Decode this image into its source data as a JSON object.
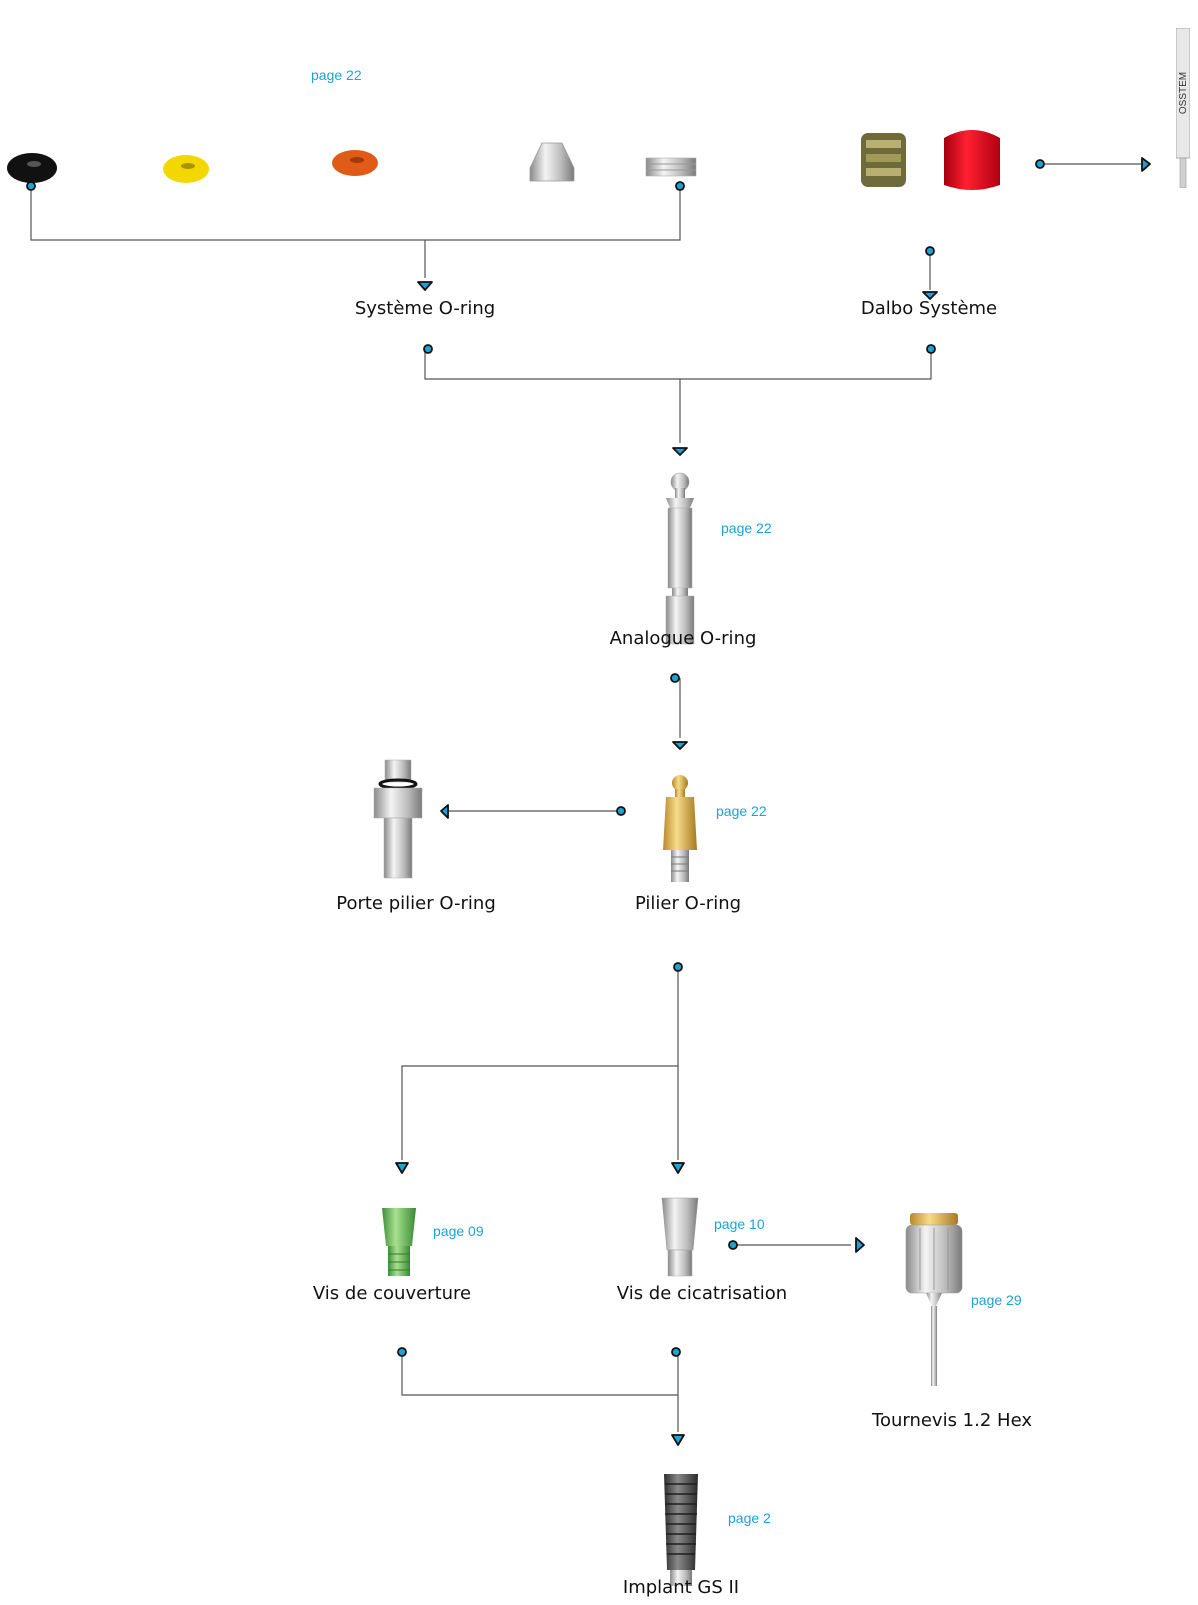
{
  "labels": {
    "oring_system": "Système O-ring",
    "dalbo_system": "Dalbo Système",
    "oring_analog": "Analogue O-ring",
    "abutment_holder": "Porte pilier O-ring",
    "oring_abutment": "Pilier O-ring",
    "cover_screw": "Vis de couverture",
    "healing_screw": "Vis de cicatrisation",
    "screwdriver": "Tournevis 1.2 Hex",
    "implant": "Implant GS II"
  },
  "page_refs": {
    "top": "page 22",
    "analog": "page 22",
    "abutment": "page 22",
    "cover": "page 09",
    "healing": "page 10",
    "screwdriver": "page 29",
    "implant": "page 2"
  },
  "brand": "OSSTEM",
  "colors": {
    "connector": "#555555",
    "dot_fill": "#1ba3d4",
    "page_ref": "#1ba3d4"
  }
}
